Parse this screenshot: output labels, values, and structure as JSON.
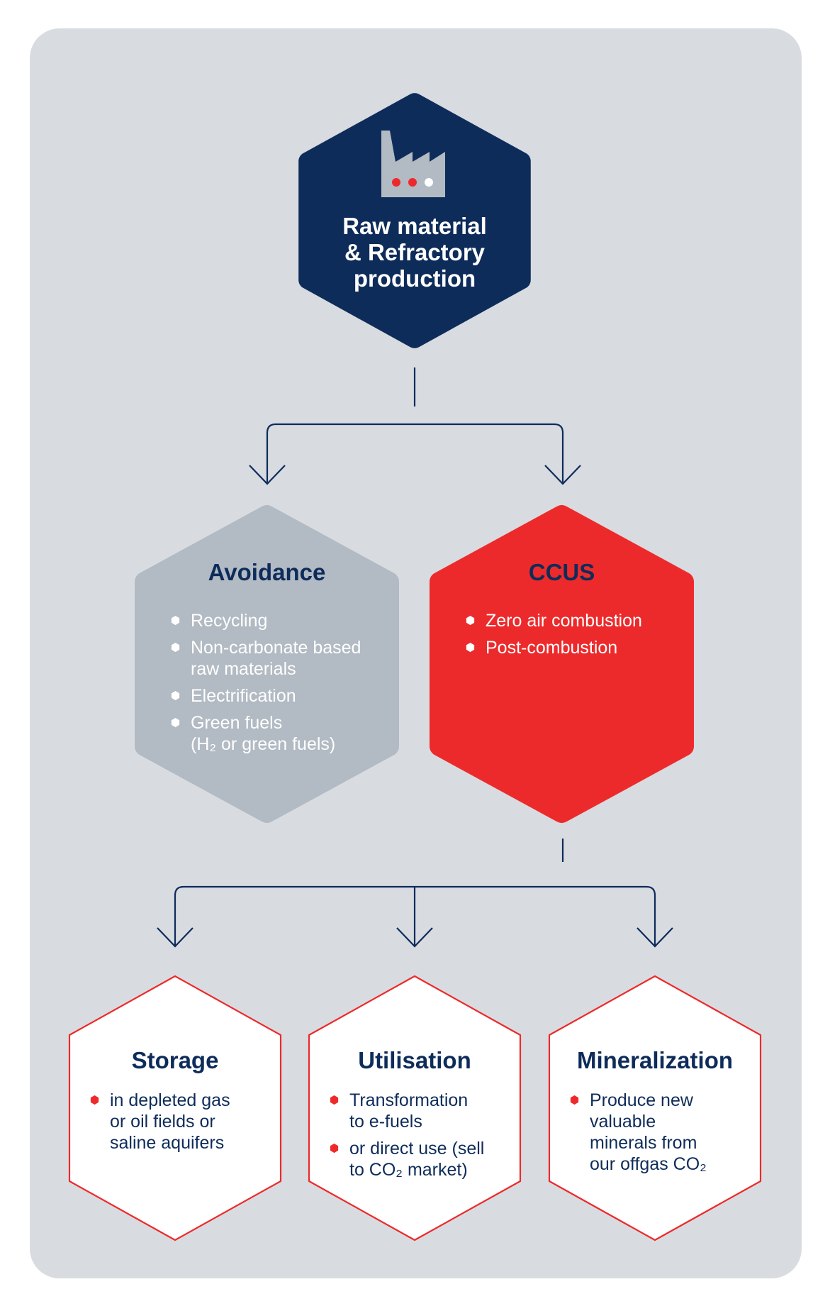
{
  "colors": {
    "background_panel": "#d8dce1",
    "navy": "#0e2c5a",
    "red": "#ed2a2b",
    "gray": "#b2bac3",
    "white": "#ffffff"
  },
  "top": {
    "icon": "factory-icon",
    "title_line1": "Raw material",
    "title_line2": "& Refractory",
    "title_line3": "production"
  },
  "avoidance": {
    "title": "Avoidance",
    "items": [
      {
        "line1": "Recycling",
        "line2": ""
      },
      {
        "line1": "Non-carbonate based",
        "line2": "raw materials"
      },
      {
        "line1": "Electrification",
        "line2": ""
      },
      {
        "line1": "Green fuels",
        "line2": "(H₂ or green fuels)"
      }
    ]
  },
  "ccus": {
    "title": "CCUS",
    "items": [
      {
        "line1": "Zero air combustion"
      },
      {
        "line1": "Post-combustion"
      }
    ]
  },
  "storage": {
    "title": "Storage",
    "items": [
      {
        "line1": "in depleted gas",
        "line2": "or oil fields or",
        "line3": "saline aquifers"
      }
    ]
  },
  "utilisation": {
    "title": "Utilisation",
    "items": [
      {
        "line1": "Transformation",
        "line2": "to e-fuels"
      },
      {
        "line1": "or direct use (sell",
        "line2": "to CO₂ market)"
      }
    ]
  },
  "mineralization": {
    "title": "Mineralization",
    "items": [
      {
        "line1": "Produce new",
        "line2": "valuable",
        "line3": "minerals from",
        "line4": "our offgas CO₂"
      }
    ]
  }
}
